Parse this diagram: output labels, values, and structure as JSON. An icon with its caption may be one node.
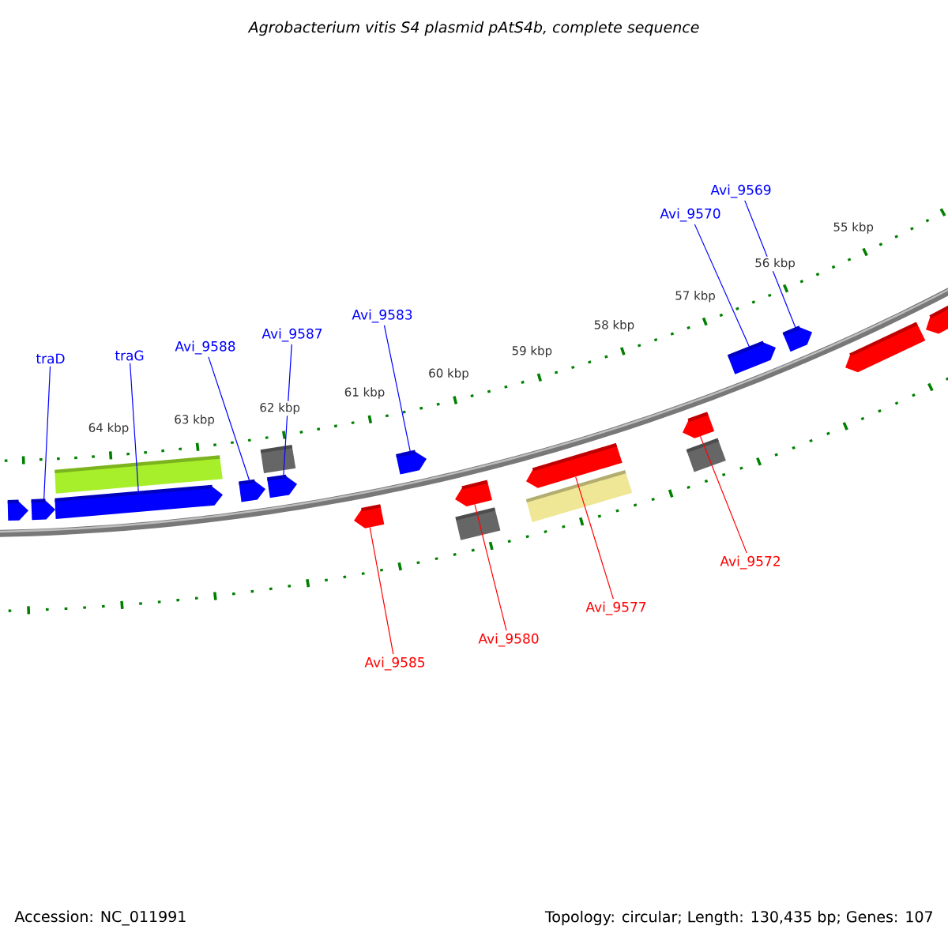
{
  "diagram": {
    "title": "Agrobacterium vitis S4 plasmid pAtS4b, complete sequence",
    "nodes": [
      {
        "text": [
          "traD"
        ]
      },
      {
        "text": [
          "traG"
        ]
      },
      {
        "text": [
          "Avi_9588"
        ]
      },
      {
        "text": [
          "Avi_9587"
        ]
      },
      {
        "text": [
          "Avi_9583"
        ]
      },
      {
        "text": [
          "Avi_9570"
        ]
      },
      {
        "text": [
          "Avi_9569"
        ]
      },
      {
        "text": [
          "Avi_9585"
        ]
      },
      {
        "text": [
          "Avi_9580"
        ]
      },
      {
        "text": [
          "Avi_9577"
        ]
      },
      {
        "text": [
          "Avi_9572"
        ]
      },
      {
        "text": [],
        "shape": "pentagon"
      },
      {
        "text": [],
        "shape": "pentagon"
      },
      {
        "text": [],
        "shape": "pentagon"
      },
      {
        "text": [],
        "shape": "pentagon"
      },
      {
        "text": [],
        "shape": "pentagon"
      },
      {
        "text": [],
        "shape": "pentagon"
      },
      {
        "text": [],
        "shape": "pentagon"
      },
      {
        "text": [],
        "shape": "pentagon"
      },
      {
        "text": [],
        "shape": "pentagon"
      },
      {
        "text": [],
        "shape": "pentagon"
      },
      {
        "text": [],
        "shape": "pentagon"
      }
    ],
    "edges": [
      {
        "from": 0,
        "to": 11,
        "arrow": "none"
      },
      {
        "from": 1,
        "to": 12,
        "arrow": "none"
      },
      {
        "from": 2,
        "to": 13,
        "arrow": "none"
      },
      {
        "from": 3,
        "to": 14,
        "arrow": "none"
      },
      {
        "from": 4,
        "to": 15,
        "arrow": "none"
      },
      {
        "from": 5,
        "to": 16,
        "arrow": "none"
      },
      {
        "from": 6,
        "to": 17,
        "arrow": "none"
      },
      {
        "from": 7,
        "to": 18,
        "arrow": "none",
        "color": "#ff0000"
      },
      {
        "from": 8,
        "to": 19,
        "arrow": "none",
        "color": "#ff0000"
      },
      {
        "from": 9,
        "to": 20,
        "arrow": "none",
        "color": "#ff0000"
      },
      {
        "from": 10,
        "to": 21,
        "arrow": "none",
        "color": "#ff0000"
      }
    ],
    "labels": [
      "55 kbp",
      "56 kbp",
      "57 kbp",
      "58 kbp",
      "59 kbp",
      "60 kbp",
      "61 kbp",
      "62 kbp",
      "63 kbp",
      "64 kbp",
      "Accession: NC_011991",
      "Topology: circular; Length: 130,435 bp; Genes: 107"
    ]
  }
}
